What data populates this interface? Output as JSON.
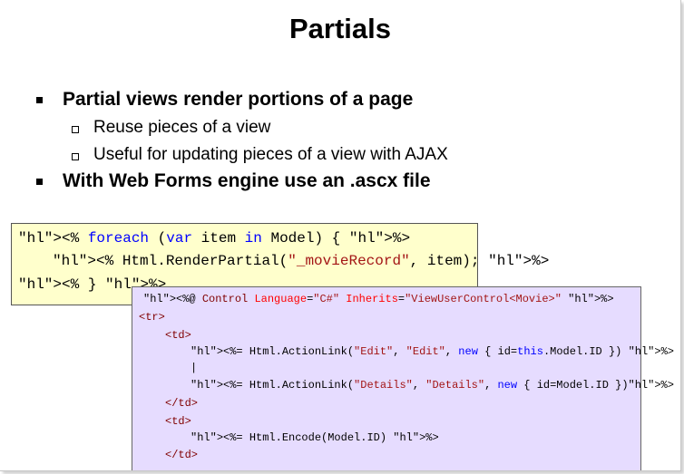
{
  "slide": {
    "title": "Partials",
    "bullets": [
      {
        "text": "Partial views render portions of a page"
      },
      {
        "text": "Reuse pieces of a view"
      },
      {
        "text": "Useful for updating pieces of a view with AJAX"
      },
      {
        "text": "With Web Forms engine use an .ascx file"
      }
    ]
  },
  "code_block_1": {
    "lines": [
      "<% foreach (var item in Model) { %>",
      "<% Html.RenderPartial(\"_movieRecord\", item); %>",
      "<% } %>"
    ]
  },
  "code_block_2": {
    "lines": [
      "<%@ Control Language=\"C#\" Inherits=\"ViewUserControl<Movie>\" %>",
      "<tr>",
      "<td>",
      "<%= Html.ActionLink(\"Edit\", \"Edit\", new { id=this.Model.ID }) %>",
      "|",
      "<%= Html.ActionLink(\"Details\", \"Details\", new { id=Model.ID })%>",
      "</td>",
      "<td>",
      "<%= Html.Encode(Model.ID) %>",
      "</td>"
    ]
  },
  "colors": {
    "block1_background": "#ffffcc",
    "block2_background": "#e6dcff",
    "highlight": "#ffff00",
    "keyword": "#0000ff",
    "string": "#a31515"
  }
}
